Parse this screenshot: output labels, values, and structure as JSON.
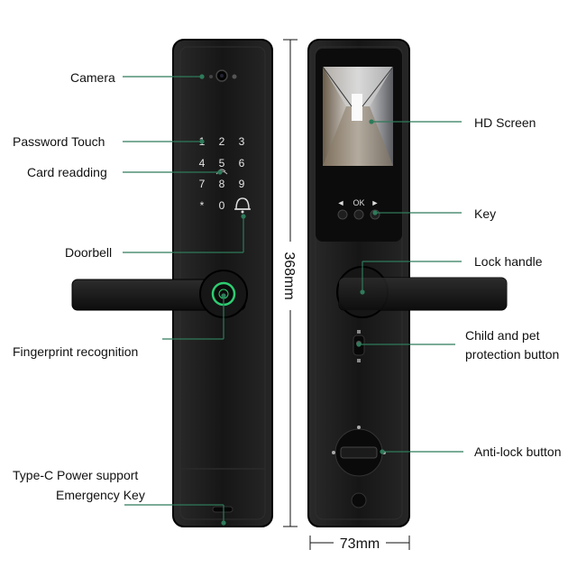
{
  "labels": {
    "camera": "Camera",
    "password_touch": "Password Touch",
    "card_reading": "Card readding",
    "doorbell": "Doorbell",
    "fingerprint": "Fingerprint recognition",
    "typec_line1": "Type-C Power support",
    "typec_line2": "Emergency Key",
    "hd_screen": "HD Screen",
    "key": "Key",
    "lock_handle": "Lock handle",
    "child_line1": "Child and pet",
    "child_line2": "protection button",
    "anti_lock": "Anti-lock button"
  },
  "dimensions": {
    "height": "368mm",
    "width": "73mm"
  },
  "keypad": {
    "keys": [
      "1",
      "2",
      "3",
      "4",
      "5",
      "6",
      "7",
      "8",
      "9",
      "*",
      "0"
    ]
  },
  "screen_keys": {
    "left": "◄",
    "ok": "OK",
    "right": "►"
  },
  "colors": {
    "body": "#141414",
    "callout": "#2f7a5a",
    "fingerprint_ring": "#2ecc71"
  }
}
